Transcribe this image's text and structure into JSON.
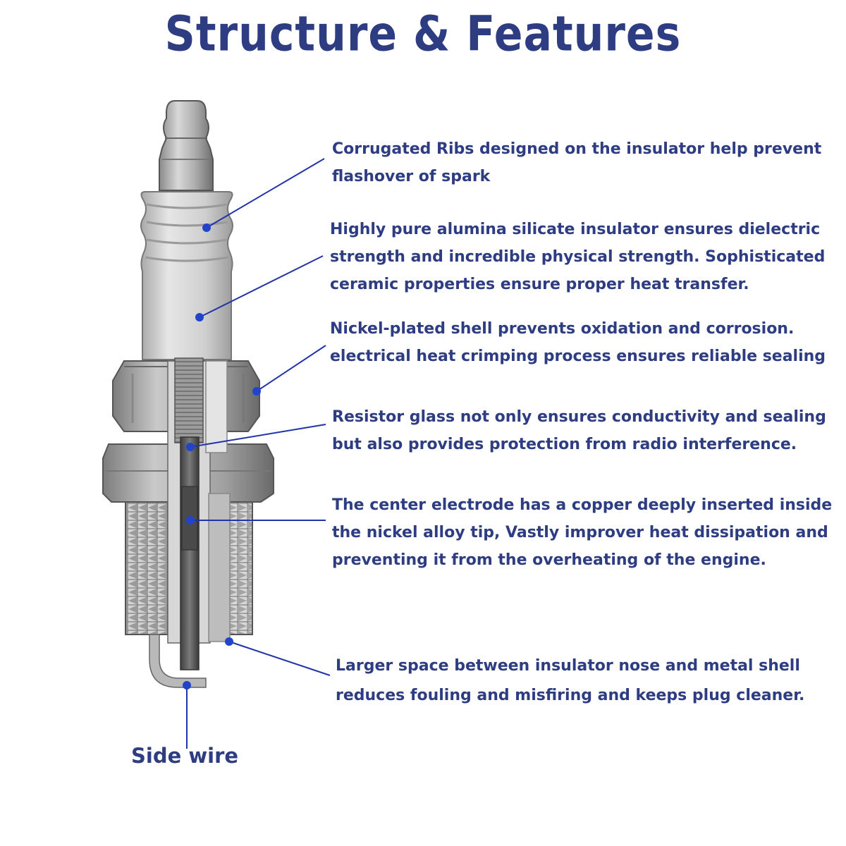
{
  "title": "Structure & Features",
  "colors": {
    "title": "#2e3c82",
    "text": "#2e3c82",
    "leader": "#2233aa",
    "dot": "#2244cc",
    "insulator": "#c8c8c8",
    "metal": "#9a9a9a",
    "core": "#555555"
  },
  "callouts": [
    {
      "id": "ribs",
      "lines": [
        "Corrugated Ribs designed on the insulator help prevent",
        "flashover of spark"
      ]
    },
    {
      "id": "insulator",
      "lines": [
        "Highly pure alumina silicate insulator ensures dielectric",
        "strength and incredible physical strength.  Sophisticated",
        "ceramic properties ensure proper heat transfer."
      ]
    },
    {
      "id": "shell",
      "lines": [
        "Nickel-plated shell prevents oxidation and corrosion.",
        "electrical heat crimping process ensures reliable sealing"
      ]
    },
    {
      "id": "resistor",
      "lines": [
        "Resistor glass not only ensures conductivity and sealing",
        "but also provides protection from radio interference."
      ]
    },
    {
      "id": "electrode",
      "lines": [
        "The center electrode has a copper deeply inserted inside",
        "the nickel alloy tip, Vastly improver heat dissipation and",
        "preventing it from the overheating of the engine."
      ]
    },
    {
      "id": "space",
      "lines": [
        "Larger space between insulator nose and metal shell",
        "reduces fouling and misfiring and keeps plug cleaner."
      ]
    }
  ],
  "side_wire_label": "Side wire"
}
